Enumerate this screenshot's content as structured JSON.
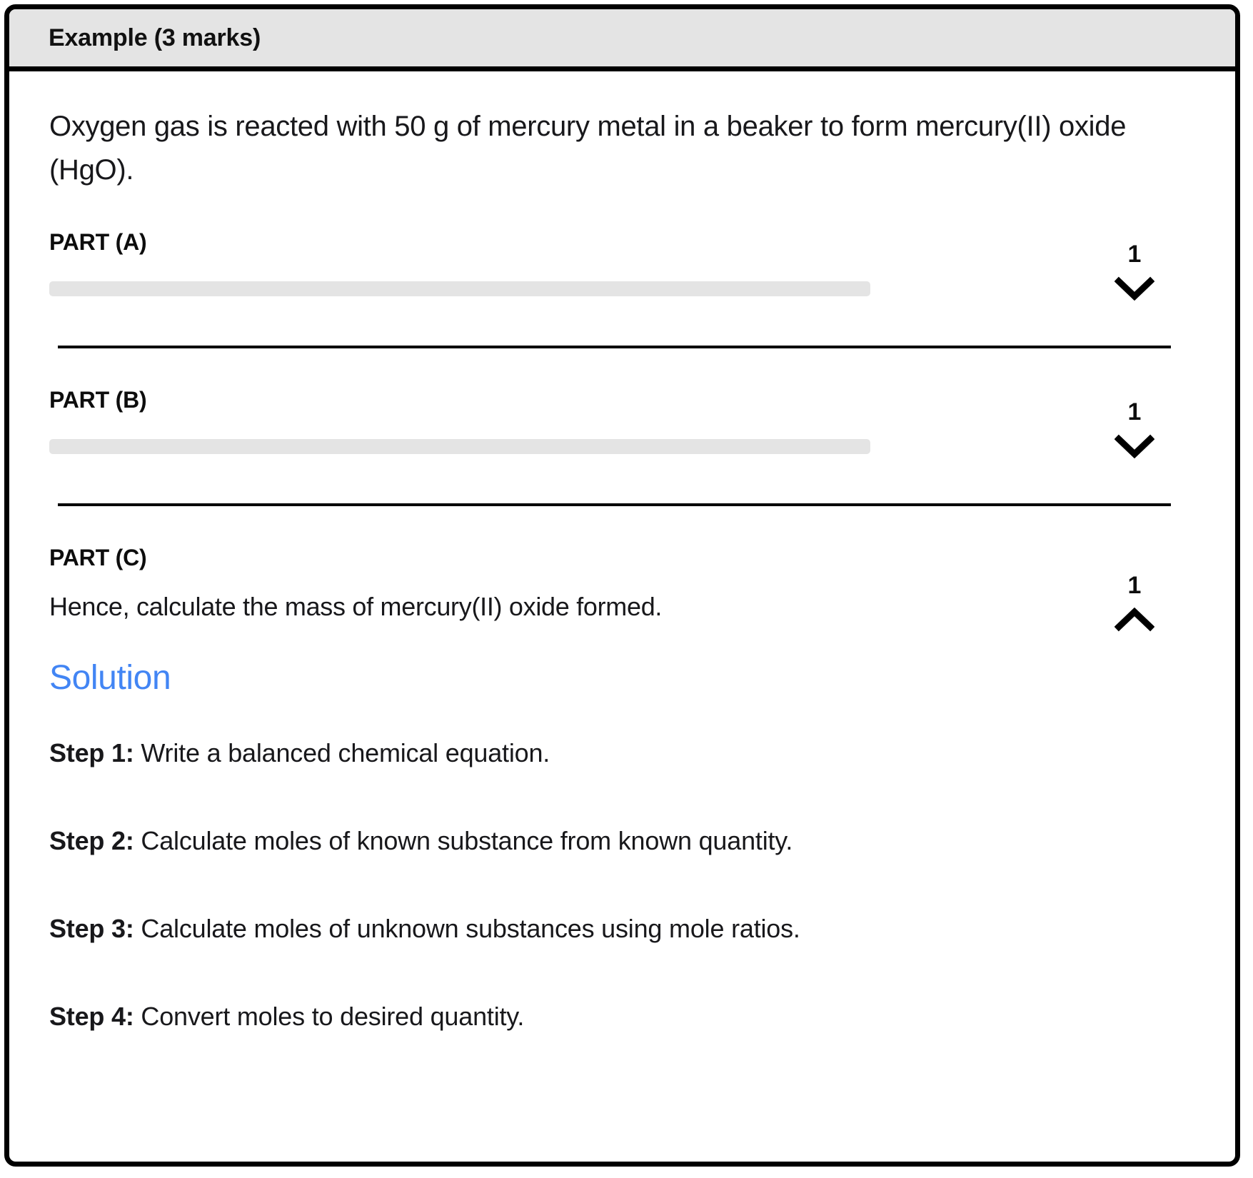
{
  "card": {
    "header_title": "Example (3 marks)",
    "intro_text": "Oxygen gas is reacted with 50 g of mercury metal in a beaker to form mercury(II) oxide (HgO)."
  },
  "parts": [
    {
      "label": "PART (A)",
      "marks": "1",
      "question_text": "",
      "question_hidden": true,
      "expanded": false,
      "chevron_icon": "chevron-down-icon"
    },
    {
      "label": "PART (B)",
      "marks": "1",
      "question_text": "",
      "question_hidden": true,
      "expanded": false,
      "chevron_icon": "chevron-down-icon"
    },
    {
      "label": "PART (C)",
      "marks": "1",
      "question_text": "Hence, calculate the mass of mercury(II) oxide formed.",
      "question_hidden": false,
      "expanded": true,
      "chevron_icon": "chevron-up-icon"
    }
  ],
  "solution": {
    "heading": "Solution",
    "heading_color": "#4285f4",
    "steps": [
      {
        "label": "Step 1:",
        "text": " Write a balanced chemical equation."
      },
      {
        "label": "Step 2:",
        "text": " Calculate moles of known substance from known quantity."
      },
      {
        "label": "Step 3:",
        "text": " Calculate moles of unknown substances using mole ratios."
      },
      {
        "label": "Step 4:",
        "text": " Convert moles to desired quantity."
      }
    ]
  },
  "colors": {
    "border": "#000000",
    "header_bg": "#e4e4e4",
    "skeleton": "#e4e4e4",
    "accent": "#4285f4",
    "text": "#18181b"
  }
}
